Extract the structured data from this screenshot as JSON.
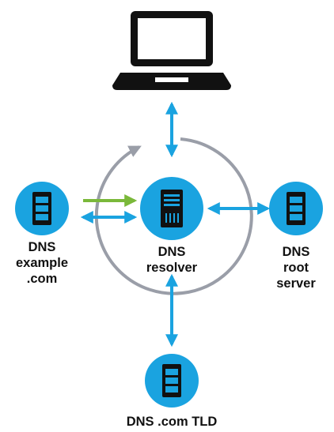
{
  "colors": {
    "node_fill": "#1aa3e0",
    "icon_dark": "#111111",
    "arrow_blue": "#1aa3e0",
    "arrow_green": "#7ab83a",
    "cycle_gray": "#9a9ea8"
  },
  "icons": {
    "client": "laptop-icon",
    "server": "server-icon"
  },
  "nodes": {
    "example": {
      "line1": "DNS",
      "line2": "example",
      "line3": ".com"
    },
    "resolver": {
      "line1": "DNS",
      "line2": "resolver"
    },
    "root": {
      "line1": "DNS",
      "line2": "root",
      "line3": "server"
    },
    "tld": {
      "line1": "DNS .com TLD"
    }
  }
}
